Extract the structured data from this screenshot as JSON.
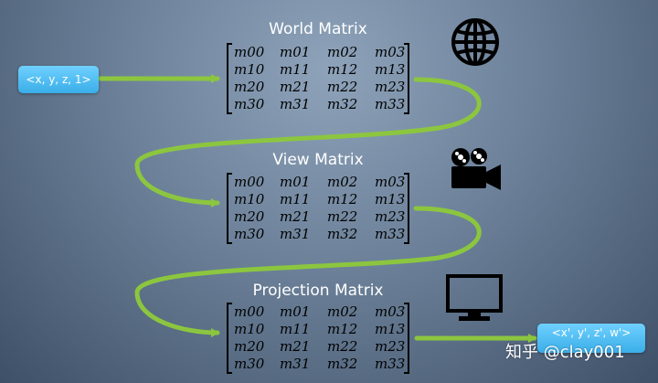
{
  "input_vector": "<x, y, z, 1>",
  "output_vector": "<x', y', z', w'>",
  "matrices": [
    {
      "title": "World Matrix",
      "icon": "globe-icon",
      "rows": [
        [
          "m00",
          "m01",
          "m02",
          "m03"
        ],
        [
          "m10",
          "m11",
          "m12",
          "m13"
        ],
        [
          "m20",
          "m21",
          "m22",
          "m23"
        ],
        [
          "m30",
          "m31",
          "m32",
          "m33"
        ]
      ]
    },
    {
      "title": "View Matrix",
      "icon": "movie-camera-icon",
      "rows": [
        [
          "m00",
          "m01",
          "m02",
          "m03"
        ],
        [
          "m10",
          "m11",
          "m12",
          "m13"
        ],
        [
          "m20",
          "m21",
          "m22",
          "m23"
        ],
        [
          "m30",
          "m31",
          "m32",
          "m33"
        ]
      ]
    },
    {
      "title": "Projection Matrix",
      "icon": "monitor-icon",
      "rows": [
        [
          "m00",
          "m01",
          "m02",
          "m03"
        ],
        [
          "m10",
          "m11",
          "m12",
          "m13"
        ],
        [
          "m20",
          "m21",
          "m22",
          "m23"
        ],
        [
          "m30",
          "m31",
          "m32",
          "m33"
        ]
      ]
    }
  ],
  "watermark": "知乎 @clay001",
  "colors": {
    "arrow": "#8cc63f",
    "vector_box": "#4bbcf2",
    "background": "#6c8199"
  }
}
